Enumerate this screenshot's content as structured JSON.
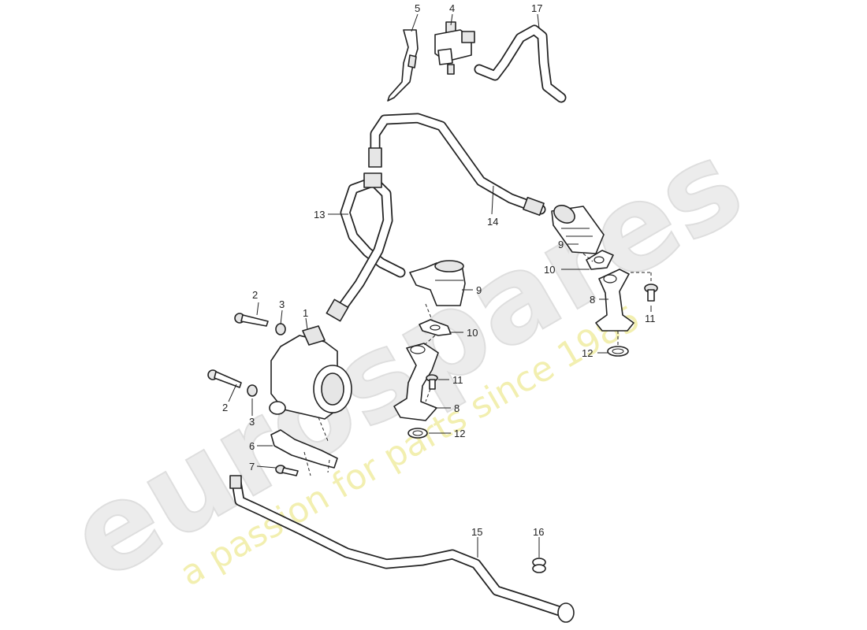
{
  "watermark": {
    "brand": "eurospares",
    "tagline": "a passion for parts since 1985"
  },
  "callouts": [
    {
      "id": "c1",
      "label": "1"
    },
    {
      "id": "c2a",
      "label": "2"
    },
    {
      "id": "c2b",
      "label": "2"
    },
    {
      "id": "c3a",
      "label": "3"
    },
    {
      "id": "c3b",
      "label": "3"
    },
    {
      "id": "c4",
      "label": "4"
    },
    {
      "id": "c5",
      "label": "5"
    },
    {
      "id": "c6",
      "label": "6"
    },
    {
      "id": "c7",
      "label": "7"
    },
    {
      "id": "c8a",
      "label": "8"
    },
    {
      "id": "c8b",
      "label": "8"
    },
    {
      "id": "c9a",
      "label": "9"
    },
    {
      "id": "c9b",
      "label": "9"
    },
    {
      "id": "c10a",
      "label": "10"
    },
    {
      "id": "c10b",
      "label": "10"
    },
    {
      "id": "c11a",
      "label": "11"
    },
    {
      "id": "c11b",
      "label": "11"
    },
    {
      "id": "c12a",
      "label": "12"
    },
    {
      "id": "c12b",
      "label": "12"
    },
    {
      "id": "c13",
      "label": "13"
    },
    {
      "id": "c14",
      "label": "14"
    },
    {
      "id": "c15",
      "label": "15"
    },
    {
      "id": "c16",
      "label": "16"
    },
    {
      "id": "c17",
      "label": "17"
    }
  ]
}
